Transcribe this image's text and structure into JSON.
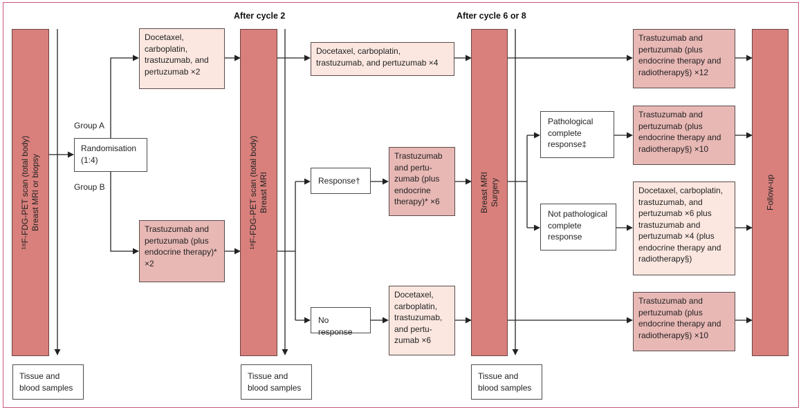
{
  "headers": {
    "after_cycle_2": "After cycle 2",
    "after_cycle_6_or_8": "After cycle 6 or 8"
  },
  "pillars": {
    "baseline": {
      "line1": "¹⁸F-FDG-PET scan (total body)",
      "line2": "Breast MRI or biopsy"
    },
    "interim": {
      "line1": "¹⁸F-FDG-PET scan (total body)",
      "line2": "Breast MRI"
    },
    "surgery": {
      "line1": "Breast MRI",
      "line2": "Surgery"
    },
    "followup": {
      "line1": "Follow-up"
    }
  },
  "randomisation": {
    "label": "Randomisation (1:4)"
  },
  "groups": {
    "a": "Group A",
    "b": "Group B"
  },
  "boxes": {
    "group_a_regimen": "Docetaxel, carboplatin, trastuzumab, and pertuzumab ×2",
    "group_b_regimen": "Trastuzumab and pertuzumab (plus endocrine therapy)* ×2",
    "group_a_continue": "Docetaxel, carboplatin, trastuzumab, and pertuzumab ×4",
    "response": "Response†",
    "no_response": "No response",
    "response_regimen": "Trastuzumab and pertu-zumab (plus endocrine therapy)* ×6",
    "no_response_regimen": "Docetaxel, carboplatin, trastuzumab, and pertu-zumab ×6",
    "pcr": "Pathological complete response‡",
    "not_pcr": "Not pathological complete response",
    "post_a": "Trastuzumab and pertuzumab (plus endocrine therapy and radiotherapy§) ×12",
    "post_pcr": "Trastuzumab and pertuzumab (plus endocrine therapy and radiotherapy§) ×10",
    "post_not_pcr": "Docetaxel, carboplatin, trastuzumab, and pertuzumab ×6 plus trastuzumab and pertuzumab ×4 (plus endocrine therapy and radiotherapy§)",
    "post_no_response": "Trastuzumab and pertuzumab (plus endocrine therapy and radiotherapy§) ×10"
  },
  "samples": {
    "s1": "Tissue and blood samples",
    "s2": "Tissue and blood samples",
    "s3": "Tissue and blood samples"
  },
  "colors": {
    "pillar": "#d9807c",
    "light_box": "#fbe7e0",
    "mid_box": "#e8b8b5",
    "frame": "#c9567a",
    "line": "#222222"
  }
}
